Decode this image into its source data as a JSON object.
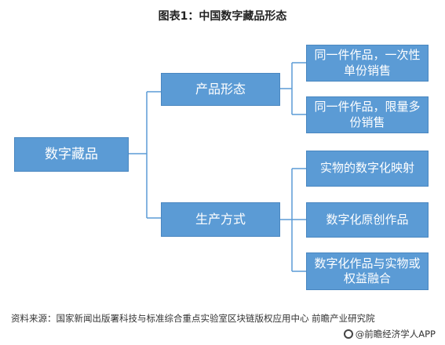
{
  "title": "图表1：中国数字藏品形态",
  "root": {
    "label": "数字藏品"
  },
  "branches": [
    {
      "label": "产品形态",
      "children": [
        "同一件作品，一次性单份销售",
        "同一件作品，限量多份销售"
      ]
    },
    {
      "label": "生产方式",
      "children": [
        "实物的数字化映射",
        "数字化原创作品",
        "数字化作品与实物或权益融合"
      ]
    }
  ],
  "source": "资料来源：国家新闻出版署科技与标准综合重点实验室区块链版权应用中心 前瞻产业研究院",
  "footer": "@前瞻经济学人APP",
  "colors": {
    "box_fill": "#5b9bd5",
    "box_border": "#4a87c0",
    "connector": "#5b9bd5"
  }
}
